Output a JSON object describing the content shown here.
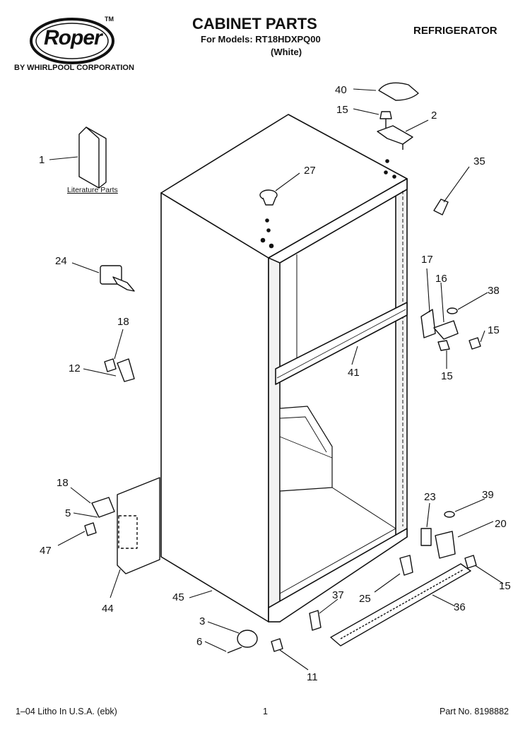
{
  "header": {
    "brand_logo_text": "Roper",
    "brand_tm": "TM",
    "brand_byline": "BY WHIRLPOOL CORPORATION",
    "title": "CABINET PARTS",
    "models_line": "For Models: RT18HDXPQ00",
    "color_note": "(White)",
    "category": "REFRIGERATOR"
  },
  "literature_label": "Literature Parts",
  "callouts": [
    "1",
    "2",
    "3",
    "5",
    "6",
    "11",
    "12",
    "15",
    "15",
    "15",
    "15",
    "16",
    "17",
    "18",
    "18",
    "20",
    "23",
    "24",
    "25",
    "27",
    "35",
    "36",
    "37",
    "38",
    "39",
    "40",
    "41",
    "44",
    "45",
    "47"
  ],
  "footer": {
    "litho": "1–04 Litho In U.S.A. (ebk)",
    "page": "1",
    "part_no": "Part No. 8198882"
  },
  "colors": {
    "ink": "#111111",
    "paper": "#ffffff",
    "panel_shade": "#f2f2f2"
  }
}
